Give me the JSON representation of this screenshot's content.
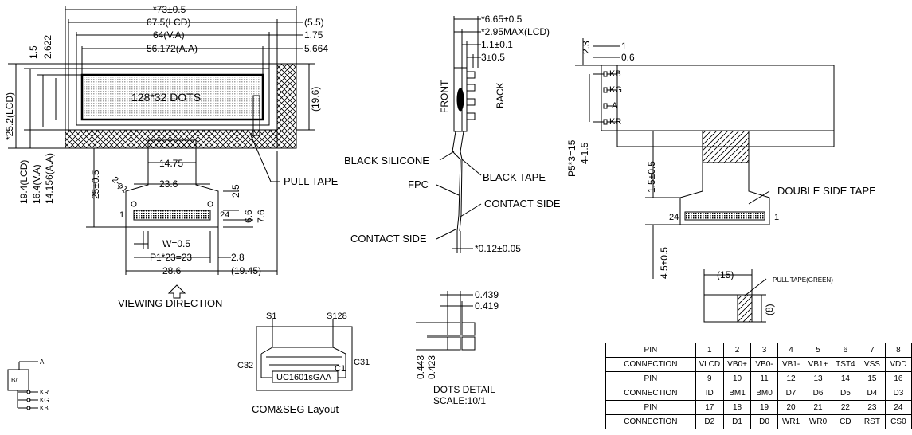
{
  "front_view": {
    "dims_top": [
      "*73±0.5",
      "67.5(LCD)",
      "64(V.A)",
      "56.172(A.A)"
    ],
    "dims_right": [
      "(5.5)",
      "1.75",
      "5.664"
    ],
    "dims_left": [
      "1.5",
      "2.622"
    ],
    "dims_vertical": [
      "*25.2(LCD)",
      "19.4(LCD)",
      "16.4(V.A)",
      "14.156(A.A)",
      "(19.6)"
    ],
    "dots_label": "128*32 DOTS",
    "pull_tape": "PULL TAPE",
    "fpc_dims": [
      "14.75",
      "23.6",
      "25±0.5",
      "2-φ1",
      "2.5",
      "6.6",
      "7.6"
    ],
    "fpc_pins": [
      "1",
      "24"
    ],
    "bottom_dims": [
      "W=0.5",
      "P1*23=23",
      "2.8",
      "28.6",
      "(19.45)"
    ],
    "viewing_direction": "VIEWING DIRECTION"
  },
  "side_view": {
    "dims": [
      "*6.65±0.5",
      "*2.95MAX(LCD)",
      "1.1±0.1",
      "3±0.5",
      "*0.12±0.05"
    ],
    "labels": [
      "FRONT",
      "BACK",
      "BLACK SILICONE",
      "BLACK TAPE",
      "FPC",
      "CONTACT SIDE",
      "CONTACT SIDE"
    ]
  },
  "back_view": {
    "dims": [
      "2.3",
      "1",
      "0.6",
      "P5*3=15",
      "4-1.5",
      "1.5±0.5",
      "4.5±0.5"
    ],
    "leads": [
      "KB",
      "KG",
      "A",
      "KR"
    ],
    "fpc_pins": [
      "24",
      "1"
    ],
    "double_side_tape": "DOUBLE SIDE TAPE"
  },
  "pull_tape_detail": {
    "dims": [
      "(15)",
      "(8)"
    ],
    "label": "PULL TAPE(GREEN)"
  },
  "dots_detail": {
    "dims": [
      "0.439",
      "0.419",
      "0.443",
      "0.423"
    ],
    "caption": [
      "DOTS DETAIL",
      "SCALE:10/1"
    ]
  },
  "com_seg": {
    "labels": [
      "S1",
      "S128",
      "C32",
      "C1",
      "C31"
    ],
    "ic": "UC1601sGAA",
    "caption": "COM&SEG Layout"
  },
  "backlight": {
    "box": "B/L",
    "pins": [
      "A",
      "KR",
      "KG",
      "KB"
    ]
  },
  "pin_table": {
    "header": "PIN",
    "conn": "CONNECTION",
    "rows": [
      {
        "pins": [
          "1",
          "2",
          "3",
          "4",
          "5",
          "6",
          "7",
          "8"
        ],
        "conns": [
          "VLCD",
          "VB0+",
          "VB0-",
          "VB1-",
          "VB1+",
          "TST4",
          "VSS",
          "VDD"
        ]
      },
      {
        "pins": [
          "9",
          "10",
          "11",
          "12",
          "13",
          "14",
          "15",
          "16"
        ],
        "conns": [
          "ID",
          "BM1",
          "BM0",
          "D7",
          "D6",
          "D5",
          "D4",
          "D3"
        ]
      },
      {
        "pins": [
          "17",
          "18",
          "19",
          "20",
          "21",
          "22",
          "23",
          "24"
        ],
        "conns": [
          "D2",
          "D1",
          "D0",
          "WR1",
          "WR0",
          "CD",
          "RST",
          "CS0"
        ]
      }
    ]
  }
}
